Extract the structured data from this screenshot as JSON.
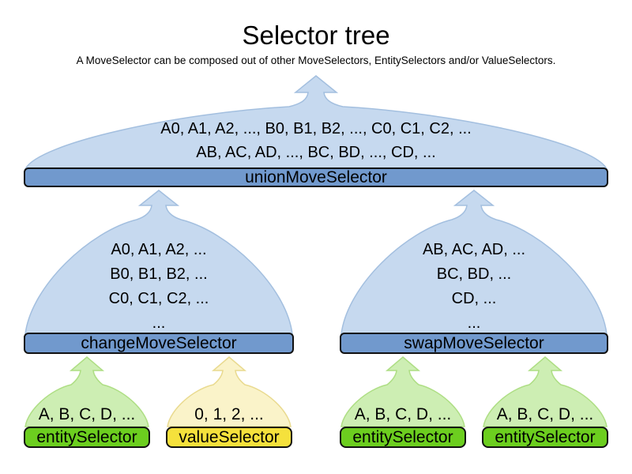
{
  "title": "Selector tree",
  "subtitle": "A MoveSelector can be composed out of other MoveSelectors, EntitySelectors and/or ValueSelectors.",
  "colors": {
    "blue_funnel_fill": "#c6d9ef",
    "blue_funnel_stroke": "#a3bfdf",
    "blue_bar_fill": "#7199cd",
    "green_funnel_fill": "#cdeeb3",
    "green_funnel_stroke": "#aede84",
    "green_bar_fill": "#6cce1f",
    "yellow_funnel_fill": "#faf3c9",
    "yellow_funnel_stroke": "#e9da8f",
    "yellow_bar_fill": "#f5e13c",
    "bar_border": "#111111"
  },
  "nodes": {
    "union": {
      "label": "unionMoveSelector",
      "lines": [
        "A0, A1, A2, ..., B0, B1, B2, ..., C0, C1, C2, ...",
        "AB, AC, AD, ..., BC, BD, ..., CD, ..."
      ]
    },
    "change": {
      "label": "changeMoveSelector",
      "lines": [
        "A0, A1, A2, ...",
        "B0, B1, B2, ...",
        "C0, C1, C2, ...",
        "..."
      ]
    },
    "swap": {
      "label": "swapMoveSelector",
      "lines": [
        "AB, AC, AD, ...",
        "BC, BD, ...",
        "CD, ...",
        "..."
      ]
    },
    "entity1": {
      "label": "entitySelector",
      "lines": [
        "A, B, C, D, ..."
      ]
    },
    "value1": {
      "label": "valueSelector",
      "lines": [
        "0, 1, 2, ..."
      ]
    },
    "entity2": {
      "label": "entitySelector",
      "lines": [
        "A, B, C, D, ..."
      ]
    },
    "entity3": {
      "label": "entitySelector",
      "lines": [
        "A, B, C, D, ..."
      ]
    }
  }
}
